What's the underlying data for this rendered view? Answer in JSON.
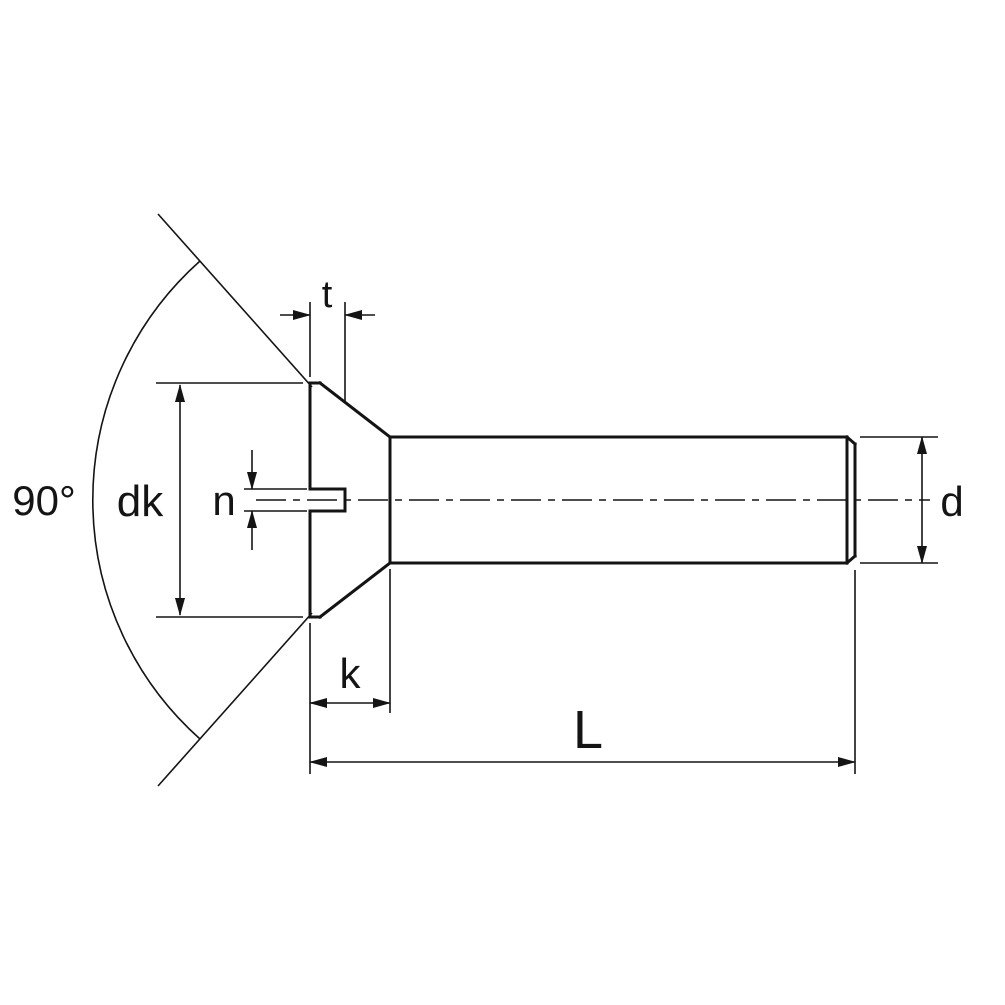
{
  "diagram": {
    "labels": {
      "slot_depth": "t",
      "head_diameter": "dk",
      "slot_width": "n",
      "countersink_angle": "90°",
      "head_height": "k",
      "total_length": "L",
      "shank_diameter": "d"
    },
    "colors": {
      "line": "#141414",
      "background": "#ffffff"
    }
  }
}
